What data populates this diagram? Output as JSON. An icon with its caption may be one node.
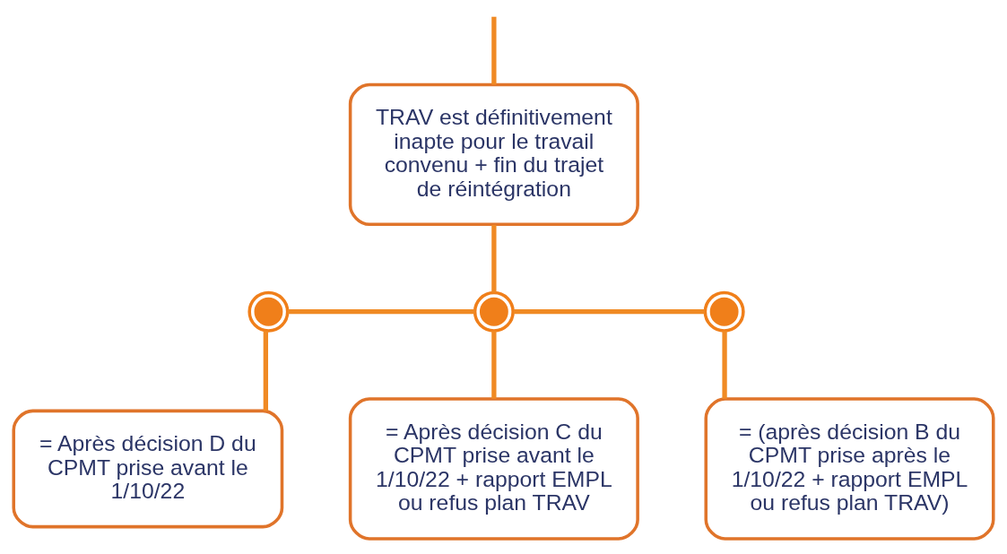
{
  "diagram": {
    "nodes": [
      {
        "text": [
          "TRAV est définitivement inapte pour le travail convenu + fin du trajet de réintégration"
        ]
      },
      {
        "text": [],
        "shape": "circle"
      },
      {
        "text": [],
        "shape": "circle"
      },
      {
        "text": [],
        "shape": "circle"
      },
      {
        "text": [
          "= Après décision D du CPMT prise avant le 1/10/22"
        ]
      },
      {
        "text": [
          "= Après décision C du CPMT prise avant le 1/10/22 + rapport EMPL ou refus plan TRAV"
        ]
      },
      {
        "text": [
          "= (après décision B du CPMT prise après le 1/10/22 + rapport EMPL ou refus plan TRAV)"
        ]
      }
    ],
    "edges": [
      {
        "from": null,
        "to": 0,
        "arrow": "none"
      },
      {
        "from": 0,
        "to": 2,
        "arrow": "none"
      },
      {
        "from": 1,
        "to": 2,
        "arrow": "none"
      },
      {
        "from": 2,
        "to": 3,
        "arrow": "none"
      },
      {
        "from": 1,
        "to": 4,
        "arrow": "none"
      },
      {
        "from": 2,
        "to": 5,
        "arrow": "none"
      },
      {
        "from": 3,
        "to": 6,
        "arrow": "none"
      }
    ]
  }
}
